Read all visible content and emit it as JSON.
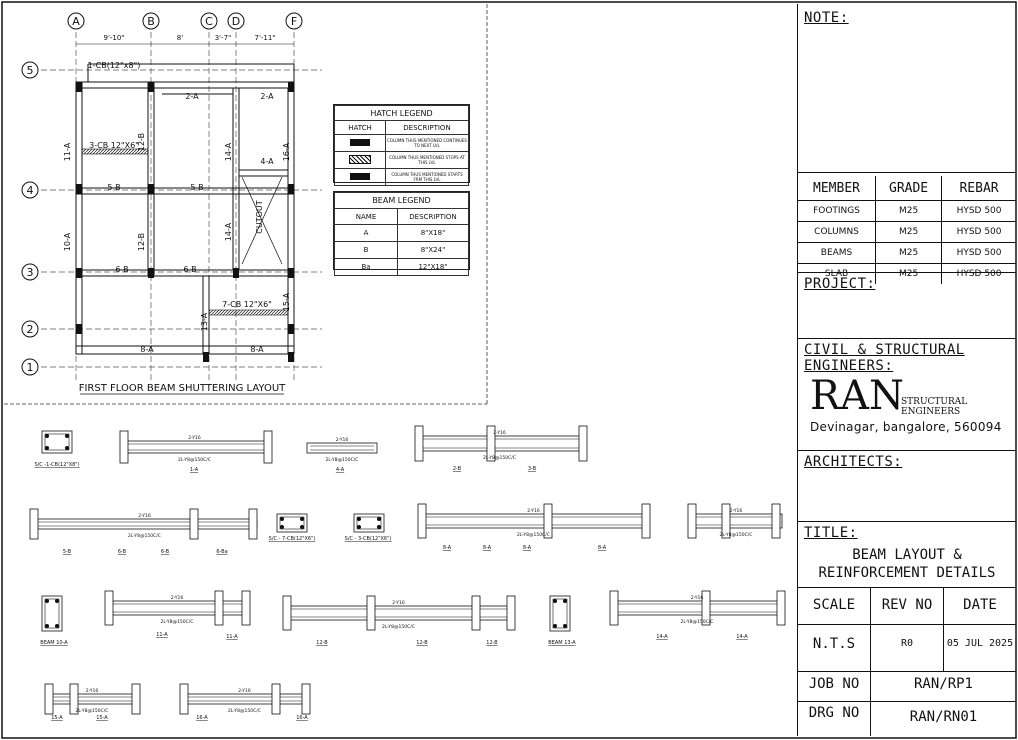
{
  "plan": {
    "caption": "FIRST FLOOR BEAM SHUTTERING LAYOUT",
    "grid_cols": [
      "A",
      "B",
      "C",
      "D",
      "F"
    ],
    "grid_rows": [
      "5",
      "4",
      "3",
      "2",
      "1"
    ],
    "dims_top": [
      "9'-10\"",
      "8'",
      "3'-7\"",
      "7'-11\""
    ],
    "beam_labels": [
      "1-CB(12\"x8\")",
      "2-A",
      "2-A",
      "3-CB 12\"X6\"",
      "4-A",
      "5-B",
      "5-B",
      "6-B",
      "6-B",
      "7-CB 12\"X6\"",
      "8-A",
      "8-A",
      "10-A",
      "11-A",
      "12-B",
      "12-B",
      "13-A",
      "14-A",
      "14-A",
      "15-A",
      "16-A",
      "CUTOUT"
    ]
  },
  "hatch_legend": {
    "title": "HATCH LEGEND",
    "col_hatch": "HATCH",
    "col_desc": "DESCRIPTION",
    "rows": [
      "COLUMN THUS MENTIONED CONTINUES TO NEXT LVL",
      "COLUMN THUS MENTIONED STOPS AT THIS LVL",
      "COLUMN THUS MENTIONED STARTS FRM THIS LVL"
    ]
  },
  "beam_legend": {
    "title": "BEAM LEGEND",
    "col_name": "NAME",
    "col_desc": "DESCRIPTION",
    "rows": [
      {
        "name": "A",
        "desc": "8\"X18\""
      },
      {
        "name": "B",
        "desc": "8\"X24\""
      },
      {
        "name": "Ba",
        "desc": "12\"X18\""
      }
    ]
  },
  "details": {
    "labels": [
      "S/C -1-CB(12\"X8\")",
      "1-A",
      "4-A",
      "2-B",
      "3-B",
      "5-B",
      "6-B",
      "6-B",
      "6-Ba",
      "S/C - 7-CB(12\"X6\")",
      "S/C - 3-CB(12\"X6\")",
      "8-A",
      "8-A",
      "8-A",
      "8-A",
      "BEAM 10-A",
      "11-A",
      "11-A",
      "12-B",
      "12-B",
      "12-B",
      "BEAM 13-A",
      "14-A",
      "14-A",
      "15-A",
      "15-A",
      "16-A",
      "16-A"
    ],
    "bar_text": "2-Y16",
    "stirrup_text": "2L-Y8@150C/C"
  },
  "titleblock": {
    "note_label": "NOTE:",
    "spec_headers": [
      "MEMBER",
      "GRADE",
      "REBAR"
    ],
    "spec_rows": [
      [
        "FOOTINGS",
        "M25",
        "HYSD 500"
      ],
      [
        "COLUMNS",
        "M25",
        "HYSD 500"
      ],
      [
        "BEAMS",
        "M25",
        "HYSD 500"
      ],
      [
        "SLAB",
        "M25",
        "HYSD 500"
      ]
    ],
    "project_label": "PROJECT:",
    "engineers_label": "CIVIL & STRUCTURAL ENGINEERS:",
    "firm_logo": "RAN",
    "firm_sub": "STRUCTURAL ENGINEERS",
    "firm_address": "Devinagar, bangalore, 560094",
    "architects_label": "ARCHITECTS:",
    "title_label": "TITLE:",
    "title_line1": "BEAM LAYOUT &",
    "title_line2": "REINFORCEMENT DETAILS",
    "scale_label": "SCALE",
    "rev_label": "REV NO",
    "date_label": "DATE",
    "scale_value": "N.T.S",
    "rev_value": "R0",
    "date_value": "05 JUL 2025",
    "job_label": "JOB NO",
    "job_value": "RAN/RP1",
    "drg_label": "DRG NO",
    "drg_value": "RAN/RN01"
  }
}
